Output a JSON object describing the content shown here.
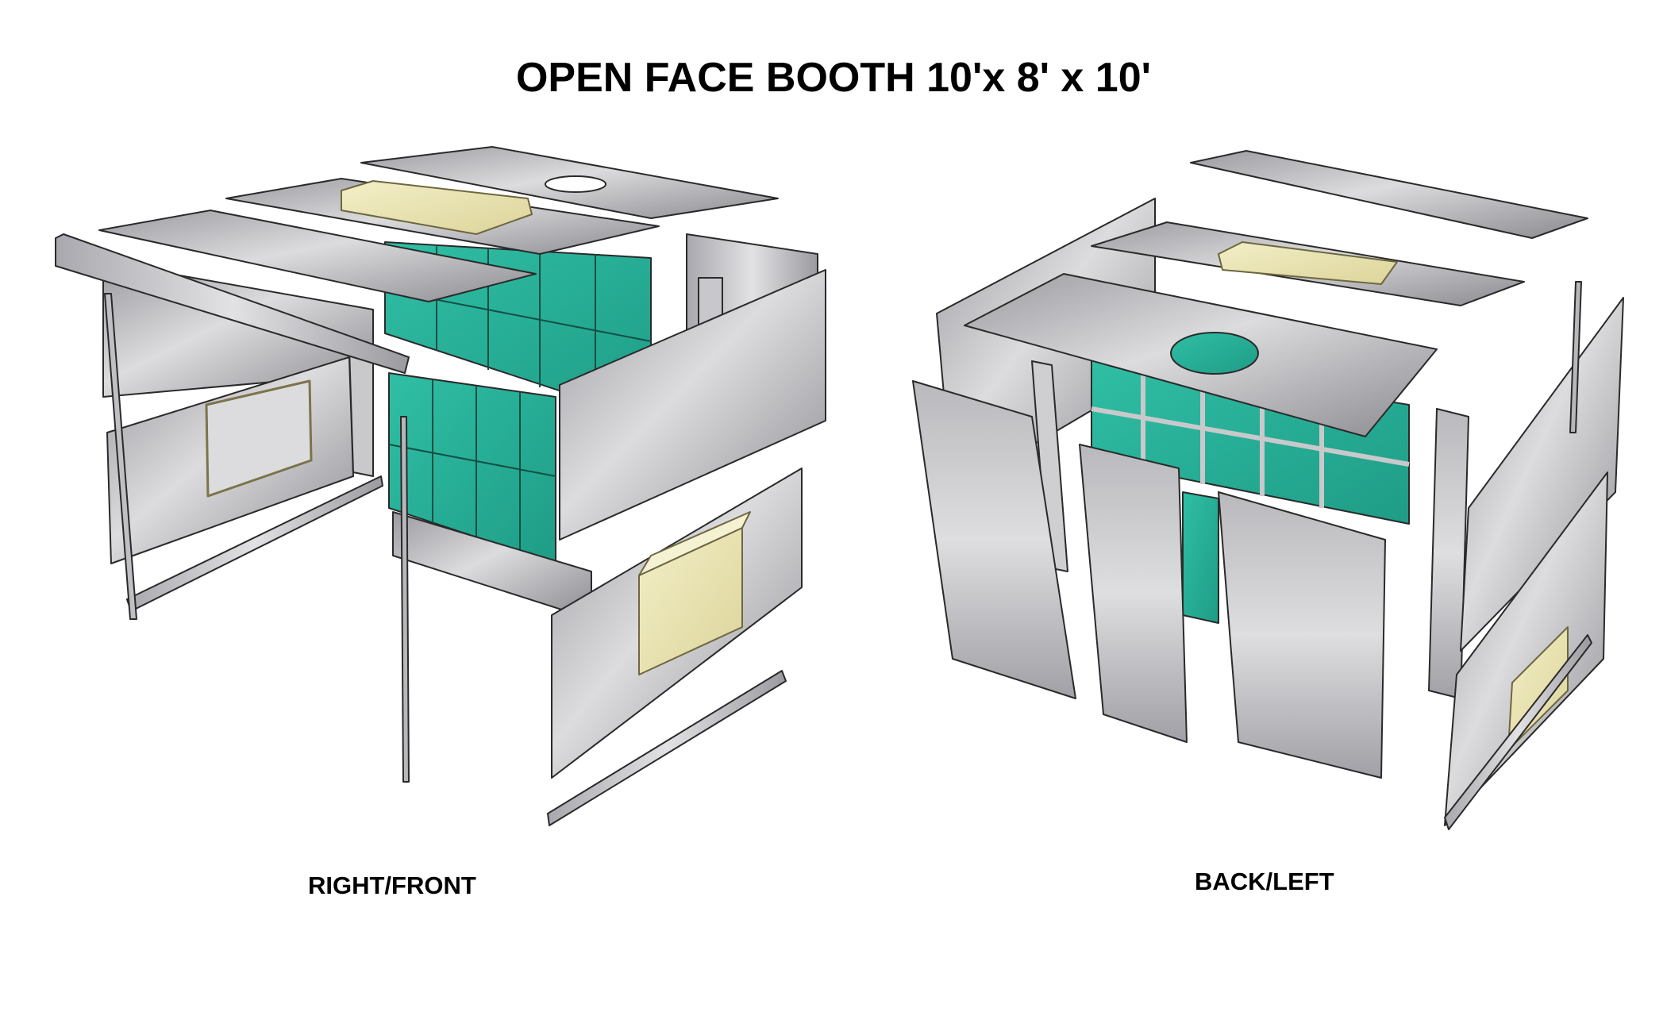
{
  "title": "OPEN FACE BOOTH 10'x 8' x 10'",
  "views": [
    {
      "id": "right-front",
      "label": "RIGHT/FRONT"
    },
    {
      "id": "back-left",
      "label": "BACK/LEFT"
    }
  ],
  "colors": {
    "panel_light": "#d9d9db",
    "panel_mid": "#b4b4b8",
    "panel_dark": "#8e8e94",
    "filter_teal": "#2bb39a",
    "filter_teal_dark": "#1d9681",
    "light_fixture": "#ece6b4",
    "outline": "#2a2a2a",
    "background": "#ffffff"
  },
  "components": {
    "roof_panels": 3,
    "exhaust_hole": "circular cutout in roof",
    "light_fixtures": [
      "roof light fixture",
      "side wall light fixture"
    ],
    "filter_grid": "teal exhaust filter panels",
    "window": "side wall viewing window"
  }
}
